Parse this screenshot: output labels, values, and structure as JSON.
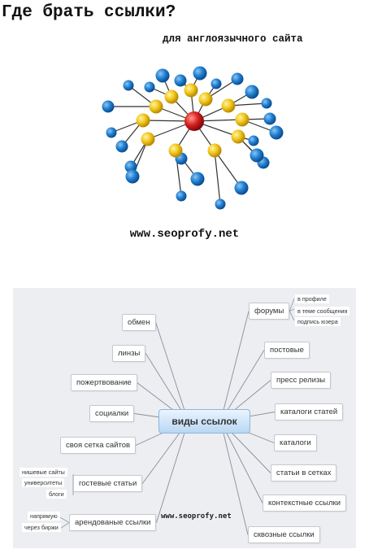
{
  "header": {
    "title": "Где брать ссылки?",
    "subtitle": "для англоязычного сайта",
    "website": "www.seoprofy.net"
  },
  "network_image": {
    "center_color": "#d81f1f",
    "inner_color": "#f2c417",
    "outer_color": "#1f7fd0"
  },
  "mindmap": {
    "center": "виды ссылок",
    "watermark": "www.seoprofy.net",
    "left_nodes": [
      "обмен",
      "линзы",
      "пожертвование",
      "социалки",
      "своя сетка сайтов",
      "гостевые статьи",
      "арендованые ссылки"
    ],
    "right_nodes": [
      "форумы",
      "постовые",
      "пресс релизы",
      "каталоги статей",
      "каталоги",
      "статьи в сетках",
      "контекстные ссылки",
      "сквозные ссылки"
    ],
    "forum_leaves": [
      "в профиле",
      "в теме сообщения",
      "подпись юзера"
    ],
    "guest_leaves": [
      "нишевые сайты",
      "университеты",
      "блоги"
    ],
    "rented_leaves": [
      "напрямую",
      "через биржи"
    ]
  }
}
